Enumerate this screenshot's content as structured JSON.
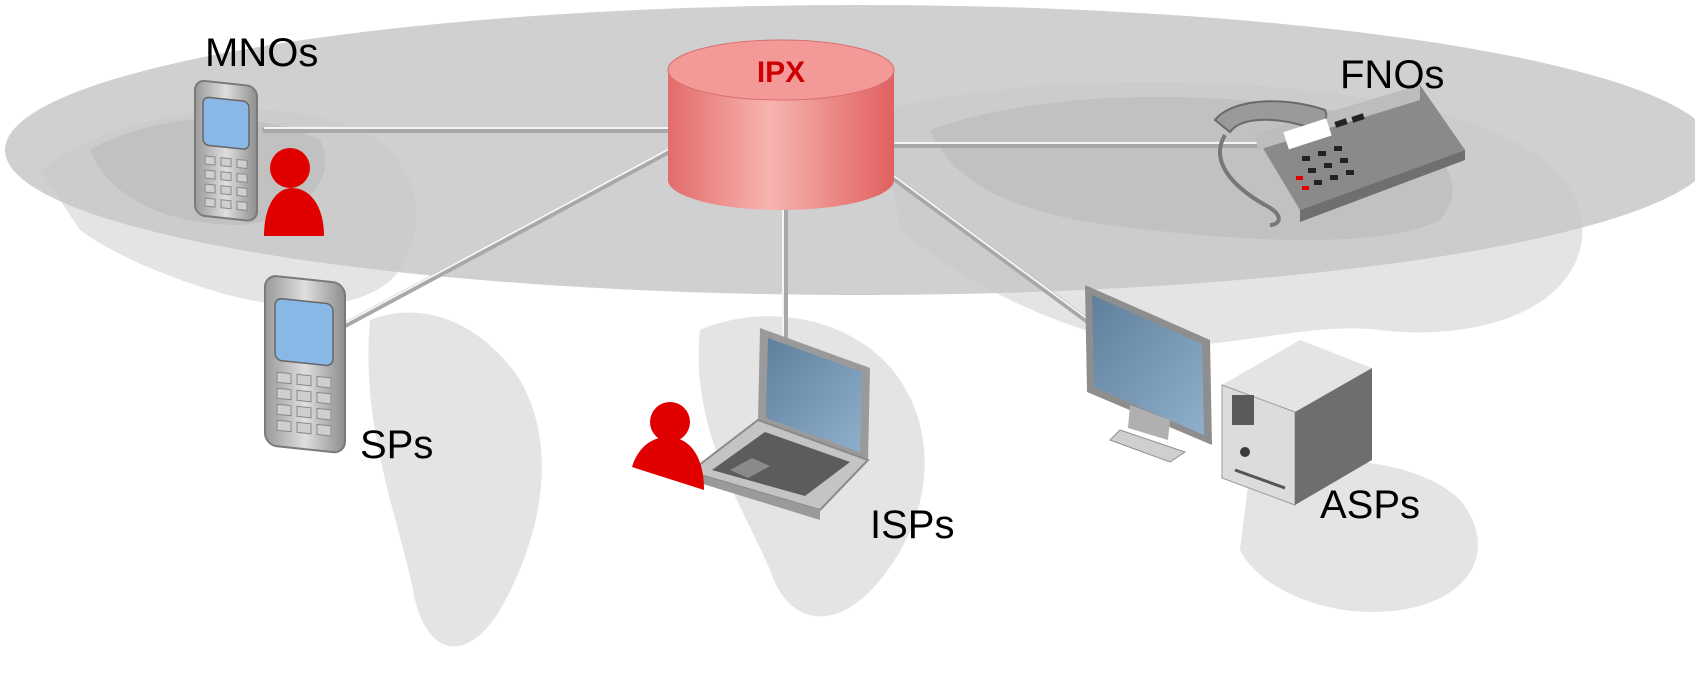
{
  "hub": {
    "label": "IPX",
    "label_color": "#cc0000",
    "body_color": "#f08a8a"
  },
  "nodes": {
    "mnos": {
      "label": "MNOs",
      "icon": "mobile-phone-icon"
    },
    "fnos": {
      "label": "FNOs",
      "icon": "desk-phone-icon"
    },
    "sps": {
      "label": "SPs",
      "icon": "mobile-phone-icon"
    },
    "isps": {
      "label": "ISPs",
      "icon": "laptop-icon"
    },
    "asps": {
      "label": "ASPs",
      "icon": "desktop-computer-icon"
    }
  },
  "colors": {
    "map": "#e3e3e3",
    "ellipse": "#c9c9c9",
    "link": "#b5b5b5",
    "user": "#e00000",
    "screen": "#7fa3c4"
  }
}
